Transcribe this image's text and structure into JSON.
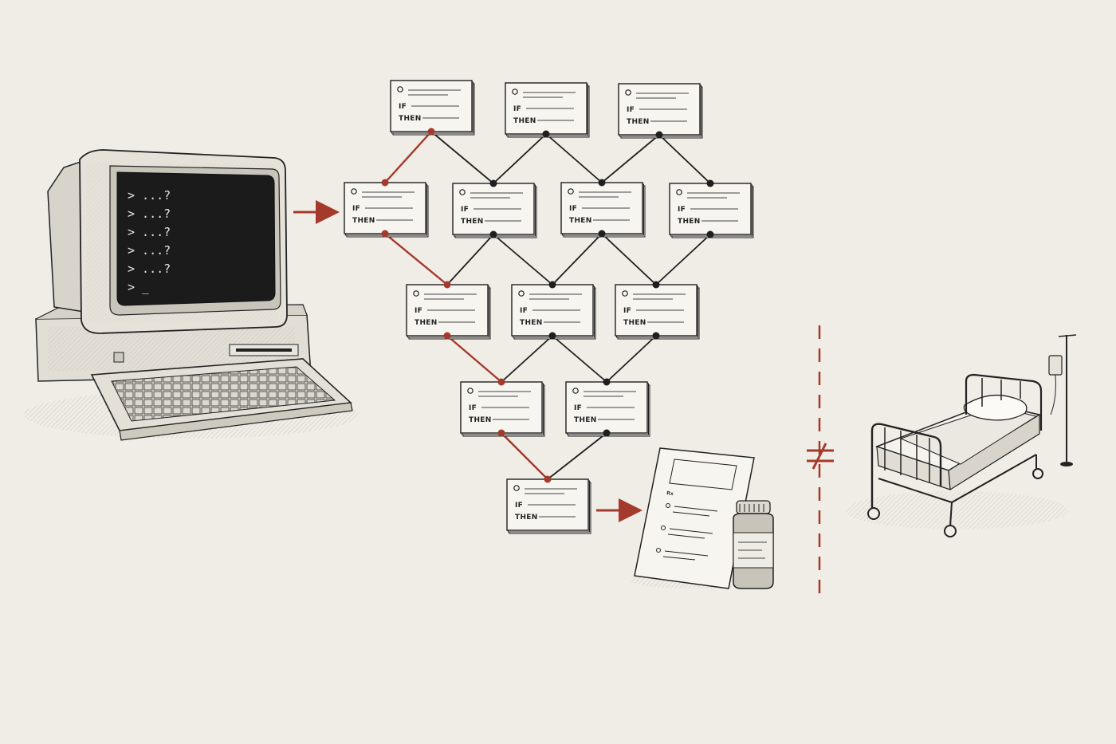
{
  "colors": {
    "background": "#f0ede7",
    "ink": "#1f1f1f",
    "accent": "#a33a2c",
    "card": "#f7f5f0",
    "screen": "#1b1b1b"
  },
  "terminal": {
    "lines": [
      "> ...?",
      "> ...?",
      "> ...?",
      "> ...?",
      "> ...?",
      "> _"
    ]
  },
  "rule_card": {
    "if_label": "IF",
    "then_label": "THEN"
  },
  "prescription": {
    "title": "Rx"
  },
  "comparison": {
    "symbol": "≠"
  },
  "icons": [
    "computer-icon",
    "rule-card-icon",
    "prescription-icon",
    "medicine-bottle-icon",
    "hospital-bed-icon",
    "not-equal-icon"
  ]
}
